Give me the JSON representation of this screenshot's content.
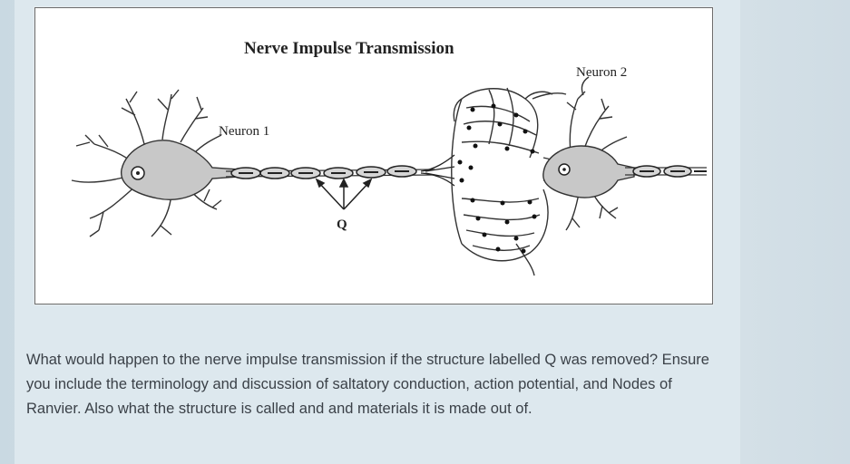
{
  "diagram": {
    "title": "Nerve Impulse Transmission",
    "neuron1_label": "Neuron 1",
    "neuron2_label": "Neuron 2",
    "structure_label": "Q"
  },
  "question": {
    "text": "What would happen to the nerve impulse transmission if the structure labelled Q was removed? Ensure you include the terminology and discussion of saltatory conduction, action potential, and Nodes of Ranvier. Also what the structure is called and and materials it is made out of."
  }
}
